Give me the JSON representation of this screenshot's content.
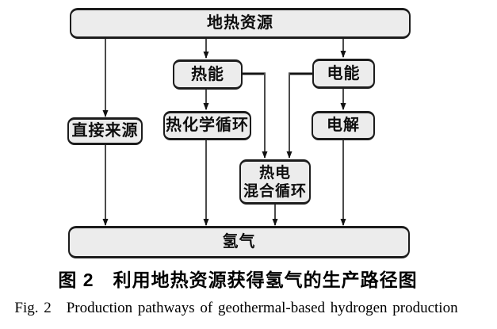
{
  "figure": {
    "nodes": {
      "geothermal": {
        "label": "地热资源"
      },
      "thermal": {
        "label": "热能"
      },
      "electric": {
        "label": "电能"
      },
      "direct": {
        "label": "直接来源"
      },
      "thermochemical": {
        "label": "热化学循环"
      },
      "electrolysis": {
        "label": "电解"
      },
      "hybrid": {
        "label_line1": "热电",
        "label_line2": "混合循环"
      },
      "hydrogen": {
        "label": "氢气"
      }
    },
    "caption_zh": "图 2　利用地热资源获得氢气的生产路径图",
    "caption_en": "Fig. 2　Production pathways of geothermal-based hydrogen production",
    "colors": {
      "box_fill": "#ececec",
      "box_border": "#1c1c1c",
      "line_gray": "#4b4b4b",
      "line_black": "#161616",
      "arrowhead": "#111111"
    }
  }
}
